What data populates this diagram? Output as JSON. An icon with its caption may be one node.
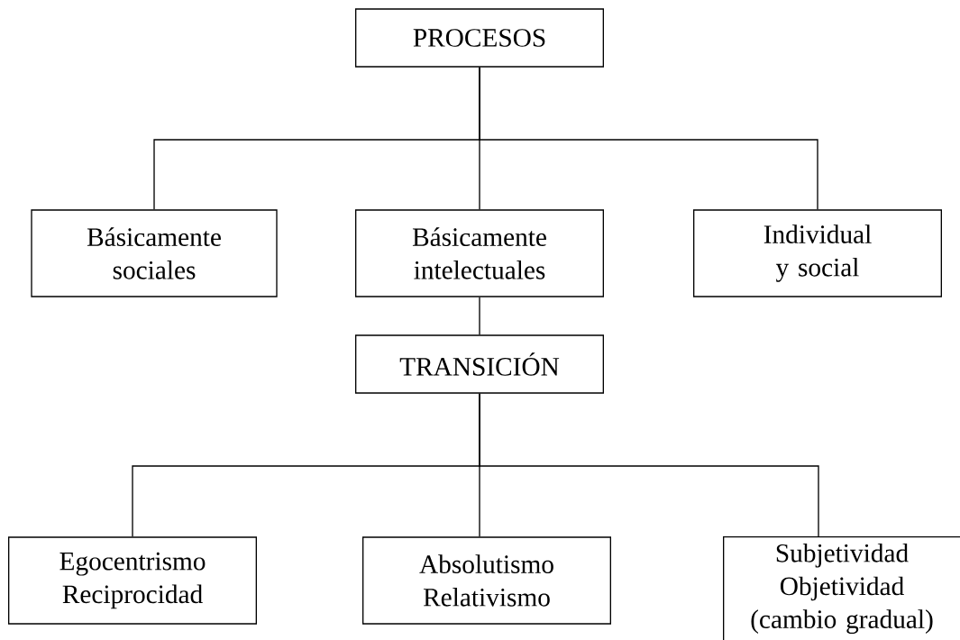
{
  "diagram": {
    "nodes": [
      {
        "text": [
          "PROCESOS"
        ]
      },
      {
        "text": [
          "Básicamente sociales"
        ]
      },
      {
        "text": [
          "Básicamente intelectuales"
        ]
      },
      {
        "text": [
          "Individual y social"
        ]
      },
      {
        "text": [
          "TRANSICIÓN"
        ]
      },
      {
        "text": [
          "Egocentrismo Reciprocidad"
        ]
      },
      {
        "text": [
          "Absolutismo Relativismo"
        ]
      },
      {
        "text": [
          "Subjetividad Objetividad (cambio gradual)"
        ]
      }
    ],
    "edges": [
      {
        "from": 0,
        "to": 1,
        "arrow": "none"
      },
      {
        "from": 0,
        "to": 2,
        "arrow": "none"
      },
      {
        "from": 0,
        "to": 3,
        "arrow": "none"
      },
      {
        "from": 2,
        "to": 4,
        "arrow": "none"
      },
      {
        "from": 4,
        "to": 5,
        "arrow": "none"
      },
      {
        "from": 4,
        "to": 6,
        "arrow": "none"
      },
      {
        "from": 4,
        "to": 7,
        "arrow": "none"
      }
    ]
  }
}
